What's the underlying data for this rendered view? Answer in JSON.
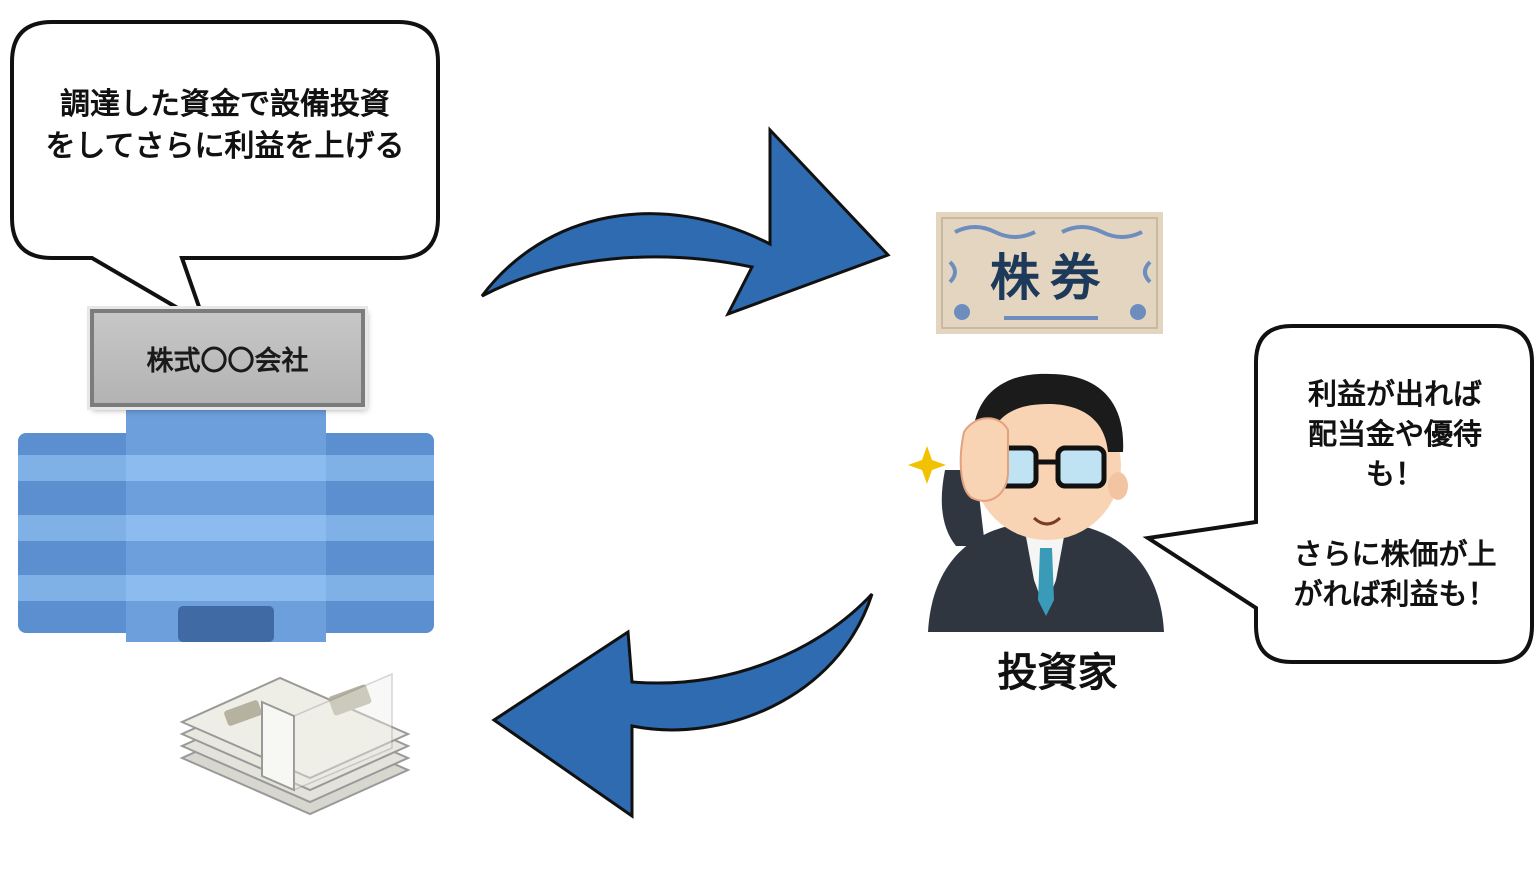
{
  "company": {
    "speech": "調達した資金で設備投資\nをしてさらに利益を上げる",
    "sign": "株式〇〇会社",
    "building_colors": [
      "#5b8fd0",
      "#7fb1e6",
      "#3f6aa3"
    ]
  },
  "stock_certificate": {
    "label": "株券",
    "colors": [
      "#e3d5bf",
      "#6d8dbf",
      "#1e3a5a"
    ]
  },
  "investor": {
    "label": "投資家",
    "speech": "利益が出れば\n配当金や優待\nも！\n\nさらに株価が上\nがれば利益も！"
  },
  "flow_arrows": [
    {
      "id": "company-to-stock",
      "direction": "right",
      "color": "#2e6bb0"
    },
    {
      "id": "investor-to-money",
      "direction": "left",
      "color": "#2e6bb0"
    }
  ],
  "icons": [
    "office-building-icon",
    "cash-bundle-icon",
    "stock-certificate-icon",
    "investor-icon",
    "sparkle-icon"
  ]
}
